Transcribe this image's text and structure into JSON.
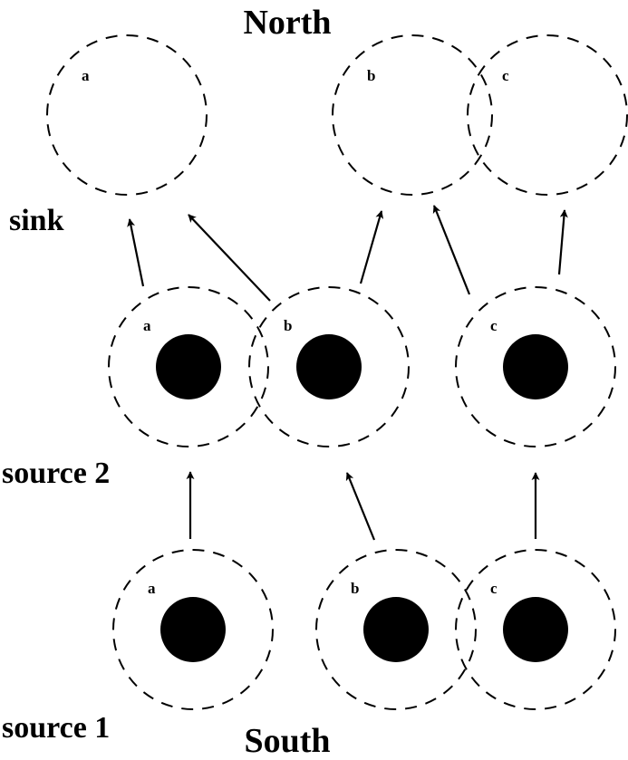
{
  "labels": {
    "north": "North",
    "south": "South",
    "sink": "sink",
    "source2": "source 2",
    "source1": "source 1"
  },
  "rows": [
    {
      "id": "sink",
      "nodes": [
        {
          "id": "sink-a",
          "letter": "a",
          "has_source": false
        },
        {
          "id": "sink-b",
          "letter": "b",
          "has_source": false
        },
        {
          "id": "sink-c",
          "letter": "c",
          "has_source": false
        }
      ]
    },
    {
      "id": "source2",
      "nodes": [
        {
          "id": "source2-a",
          "letter": "a",
          "has_source": true
        },
        {
          "id": "source2-b",
          "letter": "b",
          "has_source": true
        },
        {
          "id": "source2-c",
          "letter": "c",
          "has_source": true
        }
      ]
    },
    {
      "id": "source1",
      "nodes": [
        {
          "id": "source1-a",
          "letter": "a",
          "has_source": true
        },
        {
          "id": "source1-b",
          "letter": "b",
          "has_source": true
        },
        {
          "id": "source1-c",
          "letter": "c",
          "has_source": true
        }
      ]
    }
  ],
  "edges": [
    {
      "from": "source2-a",
      "to": "sink-a"
    },
    {
      "from": "source2-b",
      "to": "sink-a"
    },
    {
      "from": "source2-b",
      "to": "sink-b"
    },
    {
      "from": "source2-c",
      "to": "sink-b"
    },
    {
      "from": "source2-c",
      "to": "sink-c"
    },
    {
      "from": "source1-a",
      "to": "source2-a"
    },
    {
      "from": "source1-b",
      "to": "source2-b"
    },
    {
      "from": "source1-c",
      "to": "source2-c"
    }
  ]
}
